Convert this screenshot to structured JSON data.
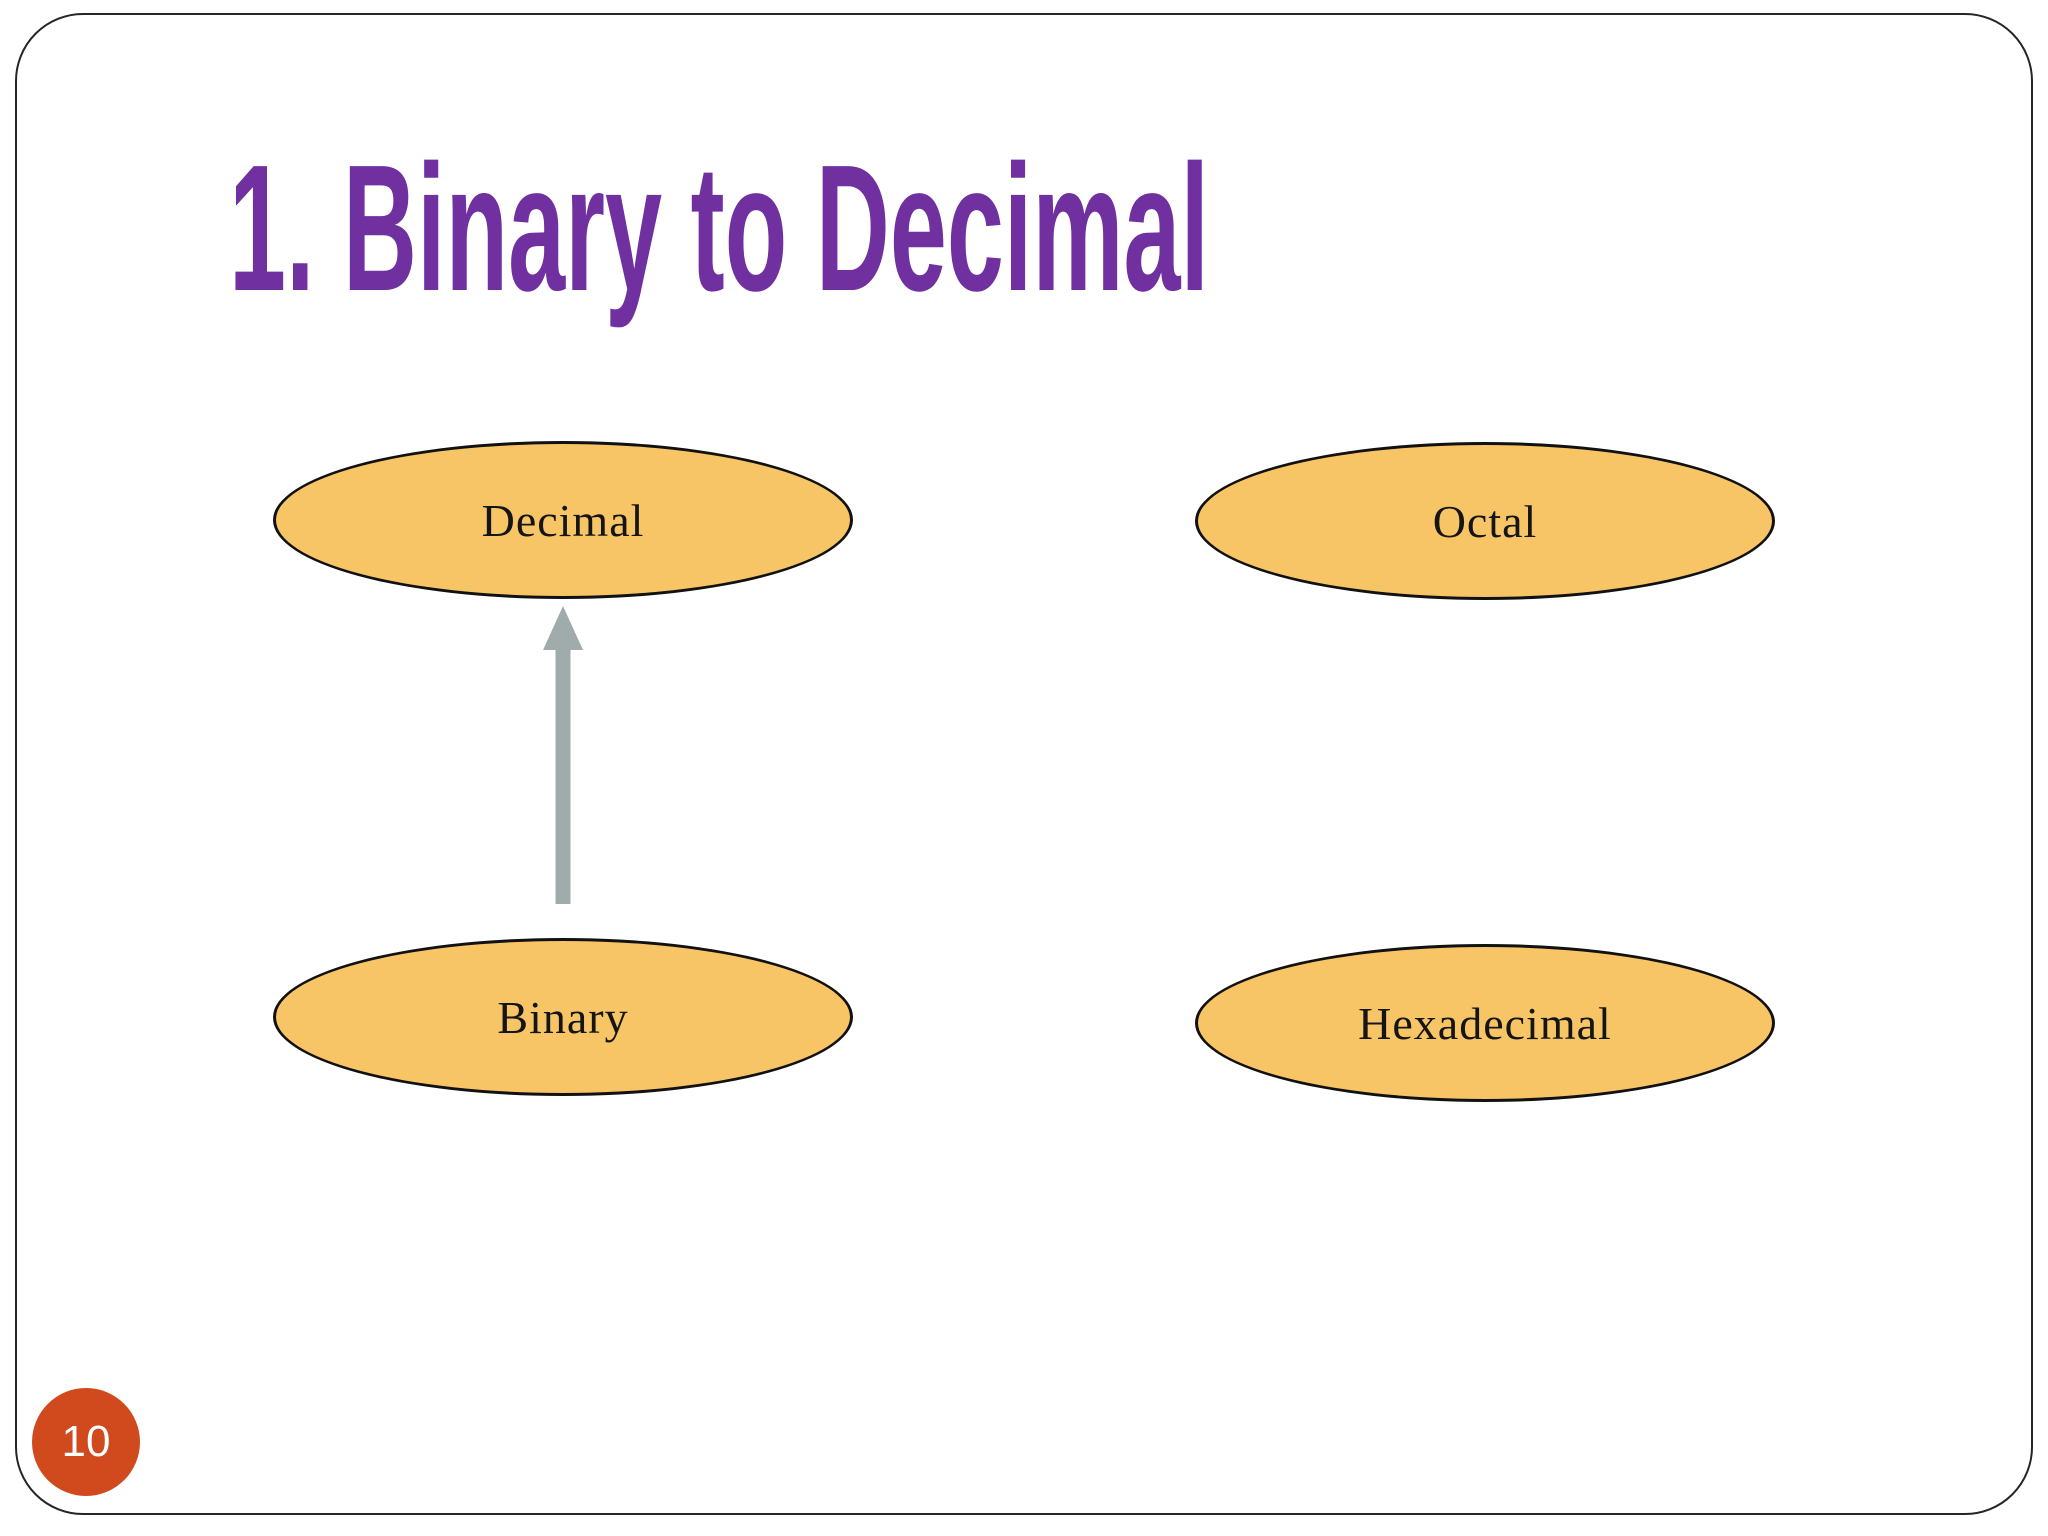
{
  "title": {
    "text": "1. Binary to Decimal"
  },
  "nodes": [
    {
      "id": "decimal",
      "label": "Decimal",
      "position": "top-left"
    },
    {
      "id": "octal",
      "label": "Octal",
      "position": "top-right"
    },
    {
      "id": "binary",
      "label": "Binary",
      "position": "bottom-left"
    },
    {
      "id": "hexadecimal",
      "label": "Hexadecimal",
      "position": "bottom-right"
    }
  ],
  "arrow": {
    "from": "Binary",
    "to": "Decimal",
    "direction": "up"
  },
  "page": {
    "number": "10"
  },
  "colors": {
    "title": "#7030A0",
    "ellipse_fill": "#F8C566",
    "ellipse_stroke": "#111111",
    "arrow": "#9FACAB",
    "badge_bg": "#D04A1E",
    "badge_text": "#FFFFFF",
    "slide_border": "#262626"
  }
}
